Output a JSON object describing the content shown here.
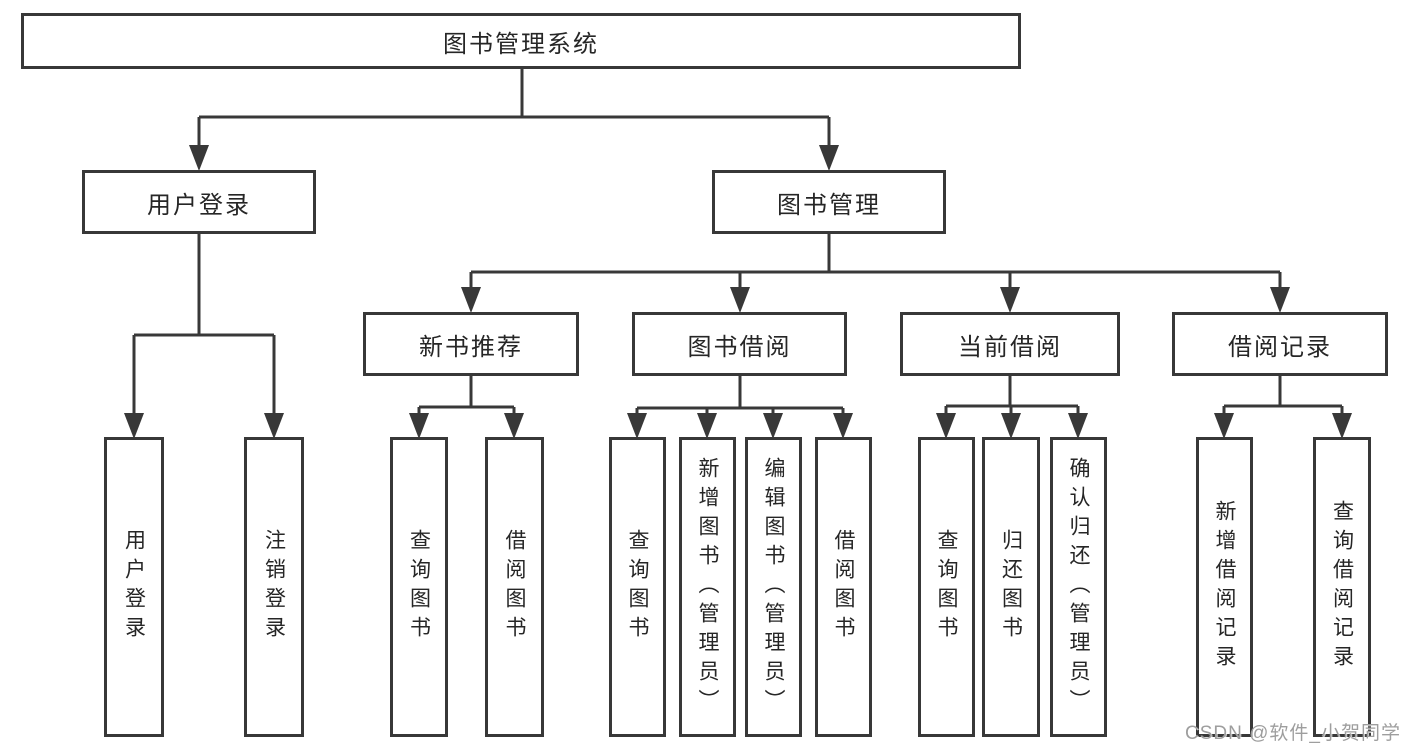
{
  "nodes": {
    "root": "图书管理系统",
    "user_login": "用户登录",
    "book_mgmt": "图书管理",
    "new_books": "新书推荐",
    "book_borrow": "图书借阅",
    "current_borrow": "当前借阅",
    "borrow_records": "借阅记录",
    "leaf_user_login": "用户登录",
    "leaf_logout": "注销登录",
    "leaf_nb_query": "查询图书",
    "leaf_nb_borrow": "借阅图书",
    "leaf_bb_query": "查询图书",
    "leaf_bb_add": "新增图书（管理员）",
    "leaf_bb_edit": "编辑图书（管理员）",
    "leaf_bb_borrow": "借阅图书",
    "leaf_cb_query": "查询图书",
    "leaf_cb_return": "归还图书",
    "leaf_cb_confirm": "确认归还（管理员）",
    "leaf_br_add": "新增借阅记录",
    "leaf_br_query": "查询借阅记录"
  },
  "watermark": "CSDN @软件_小贺同学",
  "colors": {
    "line": "#383838",
    "text": "#262626",
    "watermark": "#9e9e9e",
    "background": "#ffffff"
  }
}
